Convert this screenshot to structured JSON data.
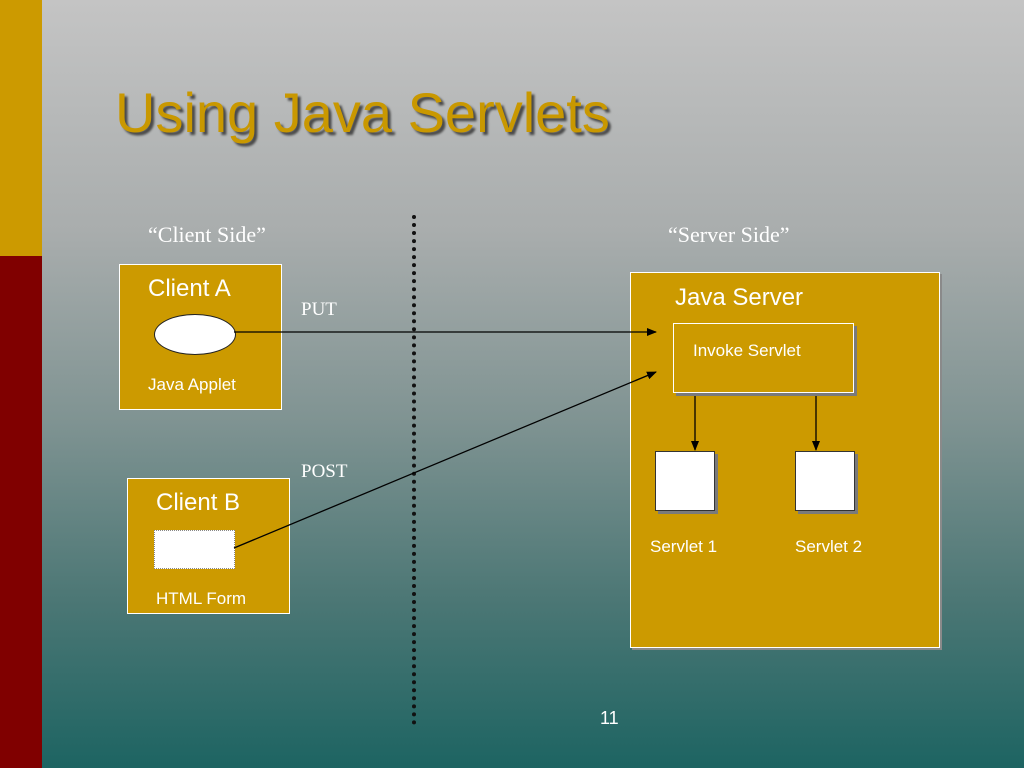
{
  "slide": {
    "title": "Using Java Servlets",
    "page_number": "11"
  },
  "labels": {
    "client_side": "“Client Side”",
    "server_side": "“Server Side”"
  },
  "clients": {
    "a": {
      "title": "Client A",
      "caption": "Java Applet"
    },
    "b": {
      "title": "Client B",
      "caption": "HTML Form"
    }
  },
  "server": {
    "title": "Java Server",
    "invoke": "Invoke Servlet",
    "servlet1": "Servlet 1",
    "servlet2": "Servlet 2"
  },
  "arrows": {
    "put": "PUT",
    "post": "POST"
  },
  "colors": {
    "gold": "#cc9a00",
    "maroon": "#800000",
    "teal": "#1d6462"
  }
}
